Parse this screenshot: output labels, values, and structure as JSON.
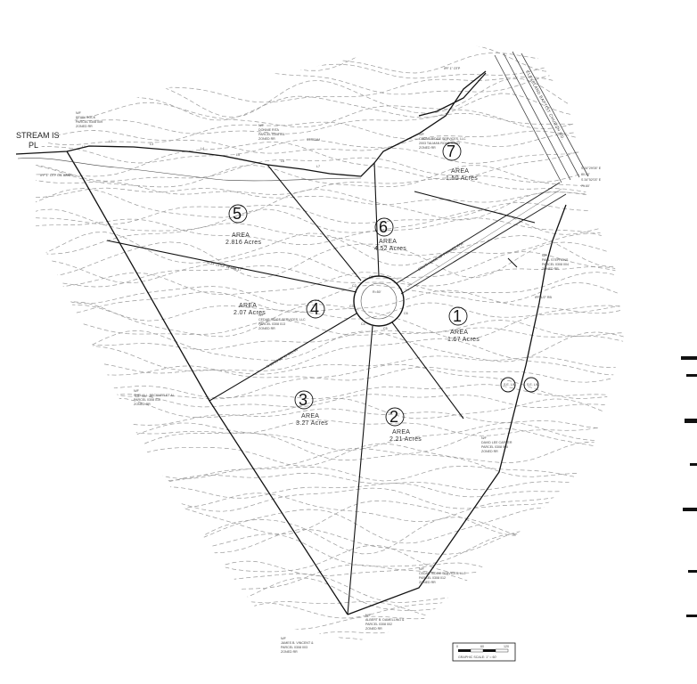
{
  "stream_label": {
    "line1": "STREAM IS",
    "line2": "PL"
  },
  "lots": [
    {
      "number": "1",
      "area_label": "AREA",
      "acres": "1.67 Acres"
    },
    {
      "number": "2",
      "area_label": "AREA",
      "acres": "2.21 Acres"
    },
    {
      "number": "3",
      "area_label": "AREA",
      "acres": "3.27 Acres"
    },
    {
      "number": "4",
      "area_label": "AREA",
      "acres": "2.07 Acres"
    },
    {
      "number": "5",
      "area_label": "AREA",
      "acres": "2.816 Acres"
    },
    {
      "number": "6",
      "area_label": "AREA",
      "acres": "4.52 Acres"
    },
    {
      "number": "7",
      "area_label": "AREA",
      "acres": "1.50 Acres"
    }
  ],
  "road_label": "SOUTH LANE 60' PRIVATE R/W",
  "highway_label": "CLEVELAND BAPTIST CHURCH RD.",
  "markers": {
    "l1": "L1",
    "l2": "L2",
    "l3": "L3",
    "l4": "L4",
    "l5": "L5",
    "l6": "L6",
    "l7": "L7",
    "stream_tag": "STREAM",
    "c1": "C1",
    "c2": "C2",
    "c3": "C3",
    "c4": "C4",
    "c5": "C5",
    "c6": "C6"
  },
  "bearings": {
    "lot5_lot4": "N 77°21'53\" W 566.17'",
    "lot4_lot3": "N 60°59'58\" W 391.63'",
    "bearing_right": "S 34°29'05\" E",
    "bearing_right2": "S 34°52'03\" E",
    "dist_right1": "60.02'",
    "dist_right2": "71.60'",
    "iron_pin1": "IPF 1\" OTP",
    "iron_pin2": "IPF 1/2\" RB",
    "iron_pin3": "IPF 1\" OTP OIL BANK",
    "cul_de_sac": "R=50'"
  },
  "owners": [
    {
      "line1": "N/F",
      "line2": "CEDAR RIDGE SERVICES, LLC",
      "line3": "PARCEL 0308 013",
      "line4": "ZONED RR"
    },
    {
      "line1": "N/F",
      "line2": "CEDAR RIDGE SERVICES, LLC",
      "line3": "2003 TALMAN ROAD ROAD",
      "line4": "ZONED RR"
    },
    {
      "line1": "N/F",
      "line2": "SHELIA L. BECKNER ET AL",
      "line3": "PARCEL 0308 010",
      "line4": "ZONED RR"
    },
    {
      "line1": "N/F",
      "line2": "DAVID LEE CARVER",
      "line3": "PARCEL 0308 005",
      "line4": "ZONED RR"
    },
    {
      "line1": "N/F",
      "line2": "PAUL STEPHENS",
      "line3": "PARCEL 0308 004",
      "line4": "ZONED RR"
    },
    {
      "line1": "N/F",
      "line2": "JAMES B. VINCENT &",
      "line3": "PARCEL 0308 003",
      "line4": "ZONED RR"
    },
    {
      "line1": "N/F",
      "line2": "ALBERT B. DAMELLING &",
      "line3": "PARCEL 0308 002",
      "line4": "ZONED RR"
    },
    {
      "line1": "N/F",
      "line2": "DONNIE RITA",
      "line3": "PARCEL 0308 011",
      "line4": "ZONED RR"
    },
    {
      "line1": "N/F",
      "line2": "KEVIN ROCK",
      "line3": "PARCEL 0308 009",
      "line4": "ZONED RR"
    },
    {
      "line1": "N/F",
      "line2": "CEDAR RIDGE SERVICES, LLC",
      "line3": "PARCEL 0308 012",
      "line4": "ZONED RR"
    }
  ],
  "scale_bar": {
    "ticks": [
      "0",
      "60",
      "120"
    ],
    "caption": "GRAPHIC SCALE: 1\" = 60'"
  },
  "legend_circles": [
    {
      "label": "S.E.\nLIM"
    },
    {
      "label": "S.E.\nLIM"
    }
  ]
}
